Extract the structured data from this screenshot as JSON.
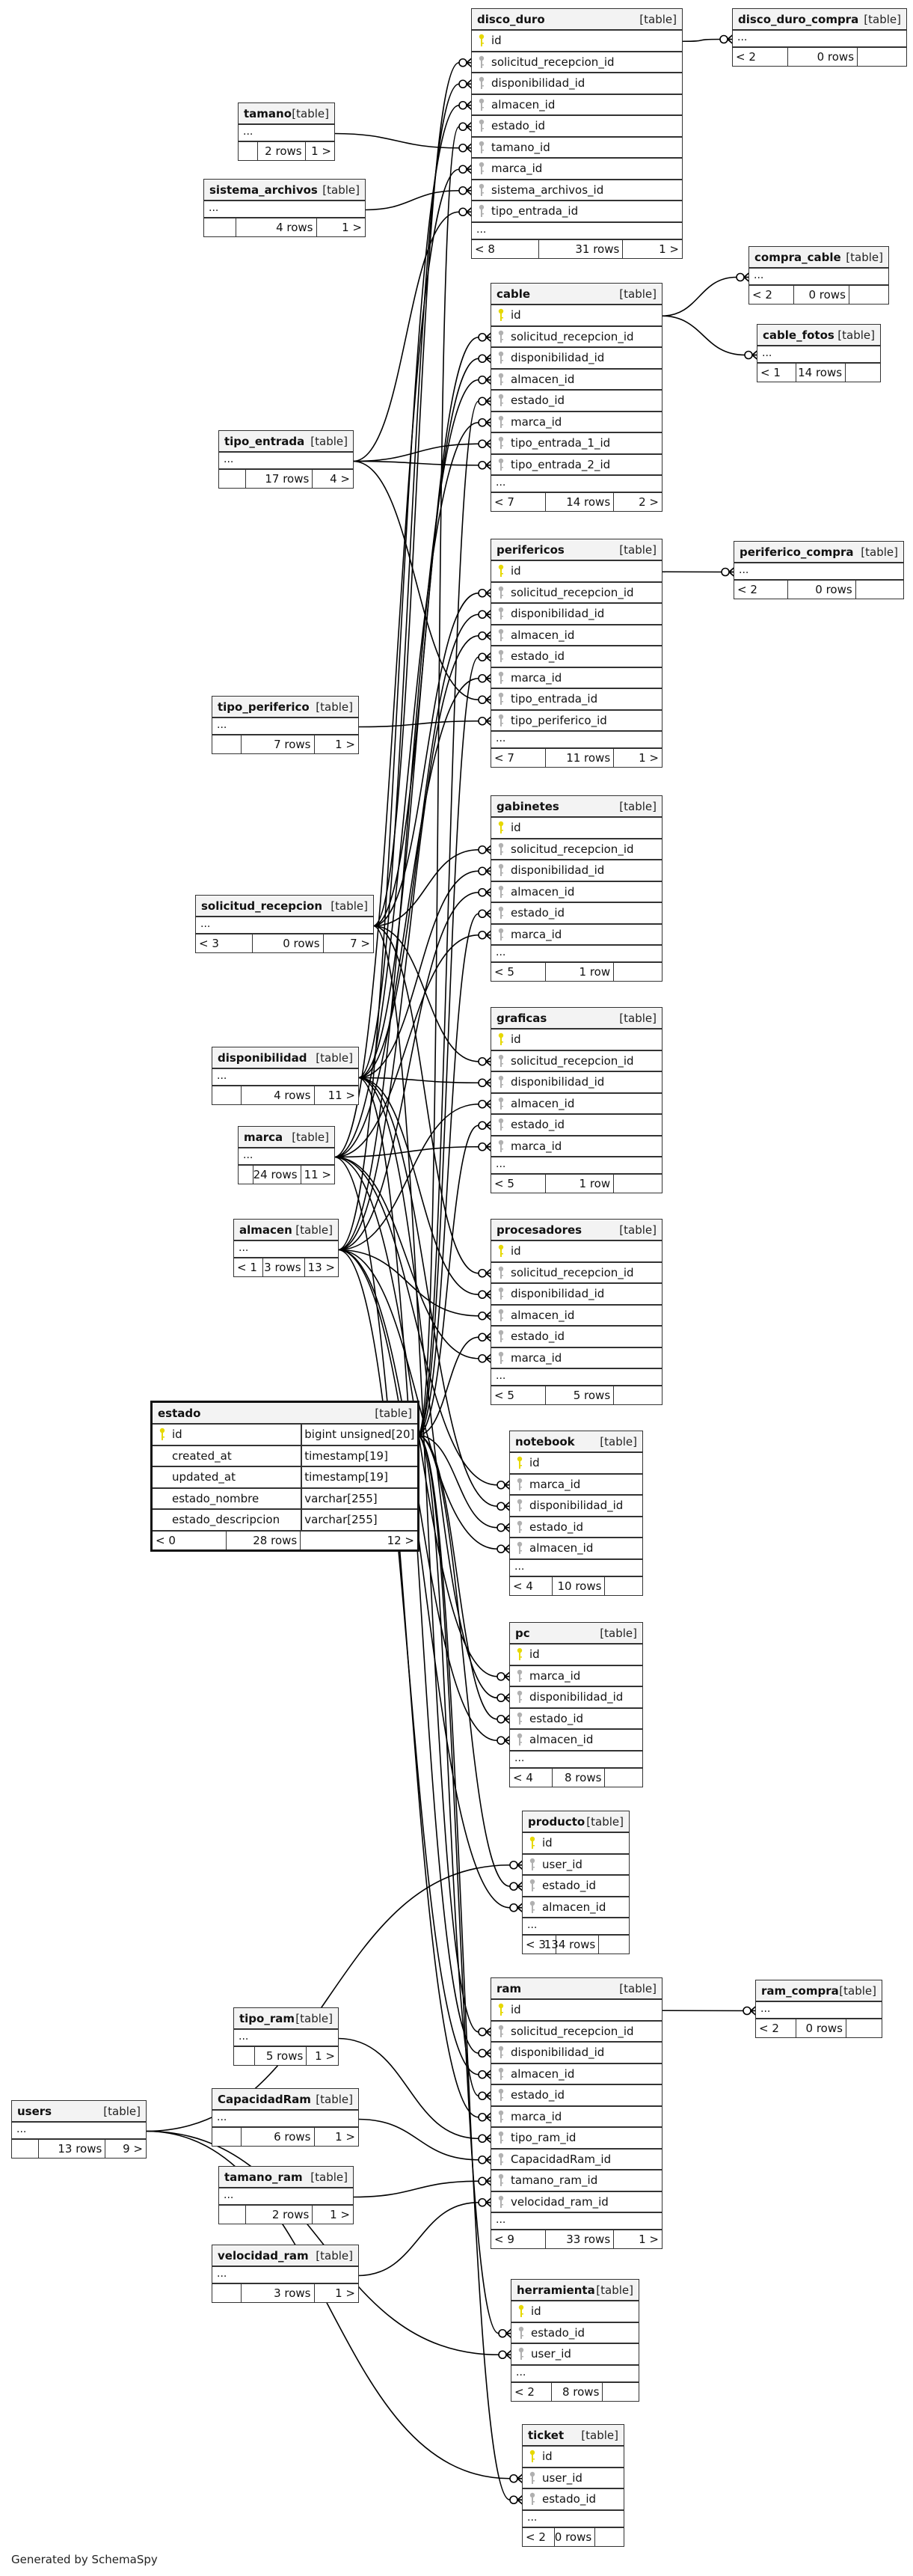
{
  "footer_text": "Generated by SchemaSpy",
  "colors": {
    "pk_key": "#e6d800",
    "fk_key": "#b0b0b0",
    "header_bg": "#f3f3f3"
  },
  "tables": [
    {
      "name": "disco_duro",
      "label": "[table]",
      "columns": [
        {
          "name": "id",
          "key": "pk"
        },
        {
          "name": "solicitud_recepcion_id",
          "key": "fk"
        },
        {
          "name": "disponibilidad_id",
          "key": "fk"
        },
        {
          "name": "almacen_id",
          "key": "fk"
        },
        {
          "name": "estado_id",
          "key": "fk"
        },
        {
          "name": "tamano_id",
          "key": "fk"
        },
        {
          "name": "marca_id",
          "key": "fk"
        },
        {
          "name": "sistema_archivos_id",
          "key": "fk"
        },
        {
          "name": "tipo_entrada_id",
          "key": "fk"
        }
      ],
      "ellipsis": "...",
      "footer": {
        "left": "< 8",
        "rows": "31 rows",
        "right": "1 >"
      }
    },
    {
      "name": "disco_duro_compra",
      "label": "[table]",
      "columns": [],
      "ellipsis": "...",
      "footer": {
        "left": "< 2",
        "rows": "0 rows",
        "right": ""
      }
    },
    {
      "name": "tamano",
      "label": "[table]",
      "columns": [],
      "ellipsis": "...",
      "footer": {
        "left": "",
        "rows": "2 rows",
        "right": "1 >"
      }
    },
    {
      "name": "sistema_archivos",
      "label": "[table]",
      "columns": [],
      "ellipsis": "...",
      "footer": {
        "left": "",
        "rows": "4 rows",
        "right": "1 >"
      }
    },
    {
      "name": "compra_cable",
      "label": "[table]",
      "columns": [],
      "ellipsis": "...",
      "footer": {
        "left": "< 2",
        "rows": "0 rows",
        "right": ""
      }
    },
    {
      "name": "cable",
      "label": "[table]",
      "columns": [
        {
          "name": "id",
          "key": "pk"
        },
        {
          "name": "solicitud_recepcion_id",
          "key": "fk"
        },
        {
          "name": "disponibilidad_id",
          "key": "fk"
        },
        {
          "name": "almacen_id",
          "key": "fk"
        },
        {
          "name": "estado_id",
          "key": "fk"
        },
        {
          "name": "marca_id",
          "key": "fk"
        },
        {
          "name": "tipo_entrada_1_id",
          "key": "fk"
        },
        {
          "name": "tipo_entrada_2_id",
          "key": "fk"
        }
      ],
      "ellipsis": "...",
      "footer": {
        "left": "< 7",
        "rows": "14 rows",
        "right": "2 >"
      }
    },
    {
      "name": "cable_fotos",
      "label": "[table]",
      "columns": [],
      "ellipsis": "...",
      "footer": {
        "left": "< 1",
        "rows": "14 rows",
        "right": ""
      }
    },
    {
      "name": "tipo_entrada",
      "label": "[table]",
      "columns": [],
      "ellipsis": "...",
      "footer": {
        "left": "",
        "rows": "17 rows",
        "right": "4 >"
      }
    },
    {
      "name": "perifericos",
      "label": "[table]",
      "columns": [
        {
          "name": "id",
          "key": "pk"
        },
        {
          "name": "solicitud_recepcion_id",
          "key": "fk"
        },
        {
          "name": "disponibilidad_id",
          "key": "fk"
        },
        {
          "name": "almacen_id",
          "key": "fk"
        },
        {
          "name": "estado_id",
          "key": "fk"
        },
        {
          "name": "marca_id",
          "key": "fk"
        },
        {
          "name": "tipo_entrada_id",
          "key": "fk"
        },
        {
          "name": "tipo_periferico_id",
          "key": "fk"
        }
      ],
      "ellipsis": "...",
      "footer": {
        "left": "< 7",
        "rows": "11 rows",
        "right": "1 >"
      }
    },
    {
      "name": "periferico_compra",
      "label": "[table]",
      "columns": [],
      "ellipsis": "...",
      "footer": {
        "left": "< 2",
        "rows": "0 rows",
        "right": ""
      }
    },
    {
      "name": "tipo_periferico",
      "label": "[table]",
      "columns": [],
      "ellipsis": "...",
      "footer": {
        "left": "",
        "rows": "7 rows",
        "right": "1 >"
      }
    },
    {
      "name": "gabinetes",
      "label": "[table]",
      "columns": [
        {
          "name": "id",
          "key": "pk"
        },
        {
          "name": "solicitud_recepcion_id",
          "key": "fk"
        },
        {
          "name": "disponibilidad_id",
          "key": "fk"
        },
        {
          "name": "almacen_id",
          "key": "fk"
        },
        {
          "name": "estado_id",
          "key": "fk"
        },
        {
          "name": "marca_id",
          "key": "fk"
        }
      ],
      "ellipsis": "...",
      "footer": {
        "left": "< 5",
        "rows": "1 row",
        "right": ""
      }
    },
    {
      "name": "solicitud_recepcion",
      "label": "[table]",
      "columns": [],
      "ellipsis": "...",
      "footer": {
        "left": "< 3",
        "rows": "0 rows",
        "right": "7 >"
      }
    },
    {
      "name": "graficas",
      "label": "[table]",
      "columns": [
        {
          "name": "id",
          "key": "pk"
        },
        {
          "name": "solicitud_recepcion_id",
          "key": "fk"
        },
        {
          "name": "disponibilidad_id",
          "key": "fk"
        },
        {
          "name": "almacen_id",
          "key": "fk"
        },
        {
          "name": "estado_id",
          "key": "fk"
        },
        {
          "name": "marca_id",
          "key": "fk"
        }
      ],
      "ellipsis": "...",
      "footer": {
        "left": "< 5",
        "rows": "1 row",
        "right": ""
      }
    },
    {
      "name": "disponibilidad",
      "label": "[table]",
      "columns": [],
      "ellipsis": "...",
      "footer": {
        "left": "",
        "rows": "4 rows",
        "right": "11 >"
      }
    },
    {
      "name": "marca",
      "label": "[table]",
      "columns": [],
      "ellipsis": "...",
      "footer": {
        "left": "",
        "rows": "24 rows",
        "right": "11 >"
      }
    },
    {
      "name": "almacen",
      "label": "[table]",
      "columns": [],
      "ellipsis": "...",
      "footer": {
        "left": "< 1",
        "rows": "3 rows",
        "right": "13 >"
      }
    },
    {
      "name": "procesadores",
      "label": "[table]",
      "columns": [
        {
          "name": "id",
          "key": "pk"
        },
        {
          "name": "solicitud_recepcion_id",
          "key": "fk"
        },
        {
          "name": "disponibilidad_id",
          "key": "fk"
        },
        {
          "name": "almacen_id",
          "key": "fk"
        },
        {
          "name": "estado_id",
          "key": "fk"
        },
        {
          "name": "marca_id",
          "key": "fk"
        }
      ],
      "ellipsis": "...",
      "footer": {
        "left": "< 5",
        "rows": "5 rows",
        "right": ""
      }
    },
    {
      "name": "estado",
      "label": "[table]",
      "focus": true,
      "columns": [
        {
          "name": "id",
          "key": "pk",
          "type": "bigint unsigned[20]"
        },
        {
          "name": "created_at",
          "key": "",
          "type": "timestamp[19]"
        },
        {
          "name": "updated_at",
          "key": "",
          "type": "timestamp[19]"
        },
        {
          "name": "estado_nombre",
          "key": "",
          "type": "varchar[255]"
        },
        {
          "name": "estado_descripcion",
          "key": "",
          "type": "varchar[255]"
        }
      ],
      "footer": {
        "left": "< 0",
        "rows": "28 rows",
        "right": "12 >"
      }
    },
    {
      "name": "notebook",
      "label": "[table]",
      "columns": [
        {
          "name": "id",
          "key": "pk"
        },
        {
          "name": "marca_id",
          "key": "fk"
        },
        {
          "name": "disponibilidad_id",
          "key": "fk"
        },
        {
          "name": "estado_id",
          "key": "fk"
        },
        {
          "name": "almacen_id",
          "key": "fk"
        }
      ],
      "ellipsis": "...",
      "footer": {
        "left": "< 4",
        "rows": "10 rows",
        "right": ""
      }
    },
    {
      "name": "pc",
      "label": "[table]",
      "columns": [
        {
          "name": "id",
          "key": "pk"
        },
        {
          "name": "marca_id",
          "key": "fk"
        },
        {
          "name": "disponibilidad_id",
          "key": "fk"
        },
        {
          "name": "estado_id",
          "key": "fk"
        },
        {
          "name": "almacen_id",
          "key": "fk"
        }
      ],
      "ellipsis": "...",
      "footer": {
        "left": "< 4",
        "rows": "8 rows",
        "right": ""
      }
    },
    {
      "name": "producto",
      "label": "[table]",
      "columns": [
        {
          "name": "id",
          "key": "pk"
        },
        {
          "name": "user_id",
          "key": "fk"
        },
        {
          "name": "estado_id",
          "key": "fk"
        },
        {
          "name": "almacen_id",
          "key": "fk"
        }
      ],
      "ellipsis": "...",
      "footer": {
        "left": "< 3",
        "rows": "134 rows",
        "right": ""
      }
    },
    {
      "name": "ram",
      "label": "[table]",
      "columns": [
        {
          "name": "id",
          "key": "pk"
        },
        {
          "name": "solicitud_recepcion_id",
          "key": "fk"
        },
        {
          "name": "disponibilidad_id",
          "key": "fk"
        },
        {
          "name": "almacen_id",
          "key": "fk"
        },
        {
          "name": "estado_id",
          "key": "fk"
        },
        {
          "name": "marca_id",
          "key": "fk"
        },
        {
          "name": "tipo_ram_id",
          "key": "fk"
        },
        {
          "name": "CapacidadRam_id",
          "key": "fk"
        },
        {
          "name": "tamano_ram_id",
          "key": "fk"
        },
        {
          "name": "velocidad_ram_id",
          "key": "fk"
        }
      ],
      "ellipsis": "...",
      "footer": {
        "left": "< 9",
        "rows": "33 rows",
        "right": "1 >"
      }
    },
    {
      "name": "ram_compra",
      "label": "[table]",
      "columns": [],
      "ellipsis": "...",
      "footer": {
        "left": "< 2",
        "rows": "0 rows",
        "right": ""
      }
    },
    {
      "name": "tipo_ram",
      "label": "[table]",
      "columns": [],
      "ellipsis": "...",
      "footer": {
        "left": "",
        "rows": "5 rows",
        "right": "1 >"
      }
    },
    {
      "name": "CapacidadRam",
      "label": "[table]",
      "columns": [],
      "ellipsis": "...",
      "footer": {
        "left": "",
        "rows": "6 rows",
        "right": "1 >"
      }
    },
    {
      "name": "tamano_ram",
      "label": "[table]",
      "columns": [],
      "ellipsis": "...",
      "footer": {
        "left": "",
        "rows": "2 rows",
        "right": "1 >"
      }
    },
    {
      "name": "velocidad_ram",
      "label": "[table]",
      "columns": [],
      "ellipsis": "...",
      "footer": {
        "left": "",
        "rows": "3 rows",
        "right": "1 >"
      }
    },
    {
      "name": "users",
      "label": "[table]",
      "columns": [],
      "ellipsis": "...",
      "footer": {
        "left": "",
        "rows": "13 rows",
        "right": "9 >"
      }
    },
    {
      "name": "herramienta",
      "label": "[table]",
      "columns": [
        {
          "name": "id",
          "key": "pk"
        },
        {
          "name": "estado_id",
          "key": "fk"
        },
        {
          "name": "user_id",
          "key": "fk"
        }
      ],
      "ellipsis": "...",
      "footer": {
        "left": "< 2",
        "rows": "8 rows",
        "right": ""
      }
    },
    {
      "name": "ticket",
      "label": "[table]",
      "columns": [
        {
          "name": "id",
          "key": "pk"
        },
        {
          "name": "user_id",
          "key": "fk"
        },
        {
          "name": "estado_id",
          "key": "fk"
        }
      ],
      "ellipsis": "...",
      "footer": {
        "left": "< 2",
        "rows": "0 rows",
        "right": ""
      }
    }
  ],
  "relationships": [
    {
      "parent": "disco_duro",
      "child": "disco_duro_compra",
      "column": null
    },
    {
      "parent": "cable",
      "child": "compra_cable",
      "column": null
    },
    {
      "parent": "cable",
      "child": "cable_fotos",
      "column": null
    },
    {
      "parent": "perifericos",
      "child": "periferico_compra",
      "column": null
    },
    {
      "parent": "ram",
      "child": "ram_compra",
      "column": null
    },
    {
      "parent": "solicitud_recepcion",
      "child": "disco_duro",
      "column": "solicitud_recepcion_id"
    },
    {
      "parent": "disponibilidad",
      "child": "disco_duro",
      "column": "disponibilidad_id"
    },
    {
      "parent": "almacen",
      "child": "disco_duro",
      "column": "almacen_id"
    },
    {
      "parent": "estado",
      "child": "disco_duro",
      "column": "estado_id"
    },
    {
      "parent": "tamano",
      "child": "disco_duro",
      "column": "tamano_id"
    },
    {
      "parent": "marca",
      "child": "disco_duro",
      "column": "marca_id"
    },
    {
      "parent": "sistema_archivos",
      "child": "disco_duro",
      "column": "sistema_archivos_id"
    },
    {
      "parent": "tipo_entrada",
      "child": "disco_duro",
      "column": "tipo_entrada_id"
    },
    {
      "parent": "solicitud_recepcion",
      "child": "cable",
      "column": "solicitud_recepcion_id"
    },
    {
      "parent": "disponibilidad",
      "child": "cable",
      "column": "disponibilidad_id"
    },
    {
      "parent": "almacen",
      "child": "cable",
      "column": "almacen_id"
    },
    {
      "parent": "estado",
      "child": "cable",
      "column": "estado_id"
    },
    {
      "parent": "marca",
      "child": "cable",
      "column": "marca_id"
    },
    {
      "parent": "tipo_entrada",
      "child": "cable",
      "column": "tipo_entrada_1_id"
    },
    {
      "parent": "tipo_entrada",
      "child": "cable",
      "column": "tipo_entrada_2_id"
    },
    {
      "parent": "solicitud_recepcion",
      "child": "perifericos",
      "column": "solicitud_recepcion_id"
    },
    {
      "parent": "disponibilidad",
      "child": "perifericos",
      "column": "disponibilidad_id"
    },
    {
      "parent": "almacen",
      "child": "perifericos",
      "column": "almacen_id"
    },
    {
      "parent": "estado",
      "child": "perifericos",
      "column": "estado_id"
    },
    {
      "parent": "marca",
      "child": "perifericos",
      "column": "marca_id"
    },
    {
      "parent": "tipo_entrada",
      "child": "perifericos",
      "column": "tipo_entrada_id"
    },
    {
      "parent": "tipo_periferico",
      "child": "perifericos",
      "column": "tipo_periferico_id"
    },
    {
      "parent": "solicitud_recepcion",
      "child": "gabinetes",
      "column": "solicitud_recepcion_id"
    },
    {
      "parent": "disponibilidad",
      "child": "gabinetes",
      "column": "disponibilidad_id"
    },
    {
      "parent": "almacen",
      "child": "gabinetes",
      "column": "almacen_id"
    },
    {
      "parent": "estado",
      "child": "gabinetes",
      "column": "estado_id"
    },
    {
      "parent": "marca",
      "child": "gabinetes",
      "column": "marca_id"
    },
    {
      "parent": "solicitud_recepcion",
      "child": "graficas",
      "column": "solicitud_recepcion_id"
    },
    {
      "parent": "disponibilidad",
      "child": "graficas",
      "column": "disponibilidad_id"
    },
    {
      "parent": "almacen",
      "child": "graficas",
      "column": "almacen_id"
    },
    {
      "parent": "estado",
      "child": "graficas",
      "column": "estado_id"
    },
    {
      "parent": "marca",
      "child": "graficas",
      "column": "marca_id"
    },
    {
      "parent": "solicitud_recepcion",
      "child": "procesadores",
      "column": "solicitud_recepcion_id"
    },
    {
      "parent": "disponibilidad",
      "child": "procesadores",
      "column": "disponibilidad_id"
    },
    {
      "parent": "almacen",
      "child": "procesadores",
      "column": "almacen_id"
    },
    {
      "parent": "estado",
      "child": "procesadores",
      "column": "estado_id"
    },
    {
      "parent": "marca",
      "child": "procesadores",
      "column": "marca_id"
    },
    {
      "parent": "marca",
      "child": "notebook",
      "column": "marca_id"
    },
    {
      "parent": "disponibilidad",
      "child": "notebook",
      "column": "disponibilidad_id"
    },
    {
      "parent": "estado",
      "child": "notebook",
      "column": "estado_id"
    },
    {
      "parent": "almacen",
      "child": "notebook",
      "column": "almacen_id"
    },
    {
      "parent": "marca",
      "child": "pc",
      "column": "marca_id"
    },
    {
      "parent": "disponibilidad",
      "child": "pc",
      "column": "disponibilidad_id"
    },
    {
      "parent": "estado",
      "child": "pc",
      "column": "estado_id"
    },
    {
      "parent": "almacen",
      "child": "pc",
      "column": "almacen_id"
    },
    {
      "parent": "users",
      "child": "producto",
      "column": "user_id"
    },
    {
      "parent": "estado",
      "child": "producto",
      "column": "estado_id"
    },
    {
      "parent": "almacen",
      "child": "producto",
      "column": "almacen_id"
    },
    {
      "parent": "solicitud_recepcion",
      "child": "ram",
      "column": "solicitud_recepcion_id"
    },
    {
      "parent": "disponibilidad",
      "child": "ram",
      "column": "disponibilidad_id"
    },
    {
      "parent": "almacen",
      "child": "ram",
      "column": "almacen_id"
    },
    {
      "parent": "estado",
      "child": "ram",
      "column": "estado_id"
    },
    {
      "parent": "marca",
      "child": "ram",
      "column": "marca_id"
    },
    {
      "parent": "tipo_ram",
      "child": "ram",
      "column": "tipo_ram_id"
    },
    {
      "parent": "CapacidadRam",
      "child": "ram",
      "column": "CapacidadRam_id"
    },
    {
      "parent": "tamano_ram",
      "child": "ram",
      "column": "tamano_ram_id"
    },
    {
      "parent": "velocidad_ram",
      "child": "ram",
      "column": "velocidad_ram_id"
    },
    {
      "parent": "estado",
      "child": "herramienta",
      "column": "estado_id"
    },
    {
      "parent": "users",
      "child": "herramienta",
      "column": "user_id"
    },
    {
      "parent": "users",
      "child": "ticket",
      "column": "user_id"
    },
    {
      "parent": "estado",
      "child": "ticket",
      "column": "estado_id"
    }
  ]
}
